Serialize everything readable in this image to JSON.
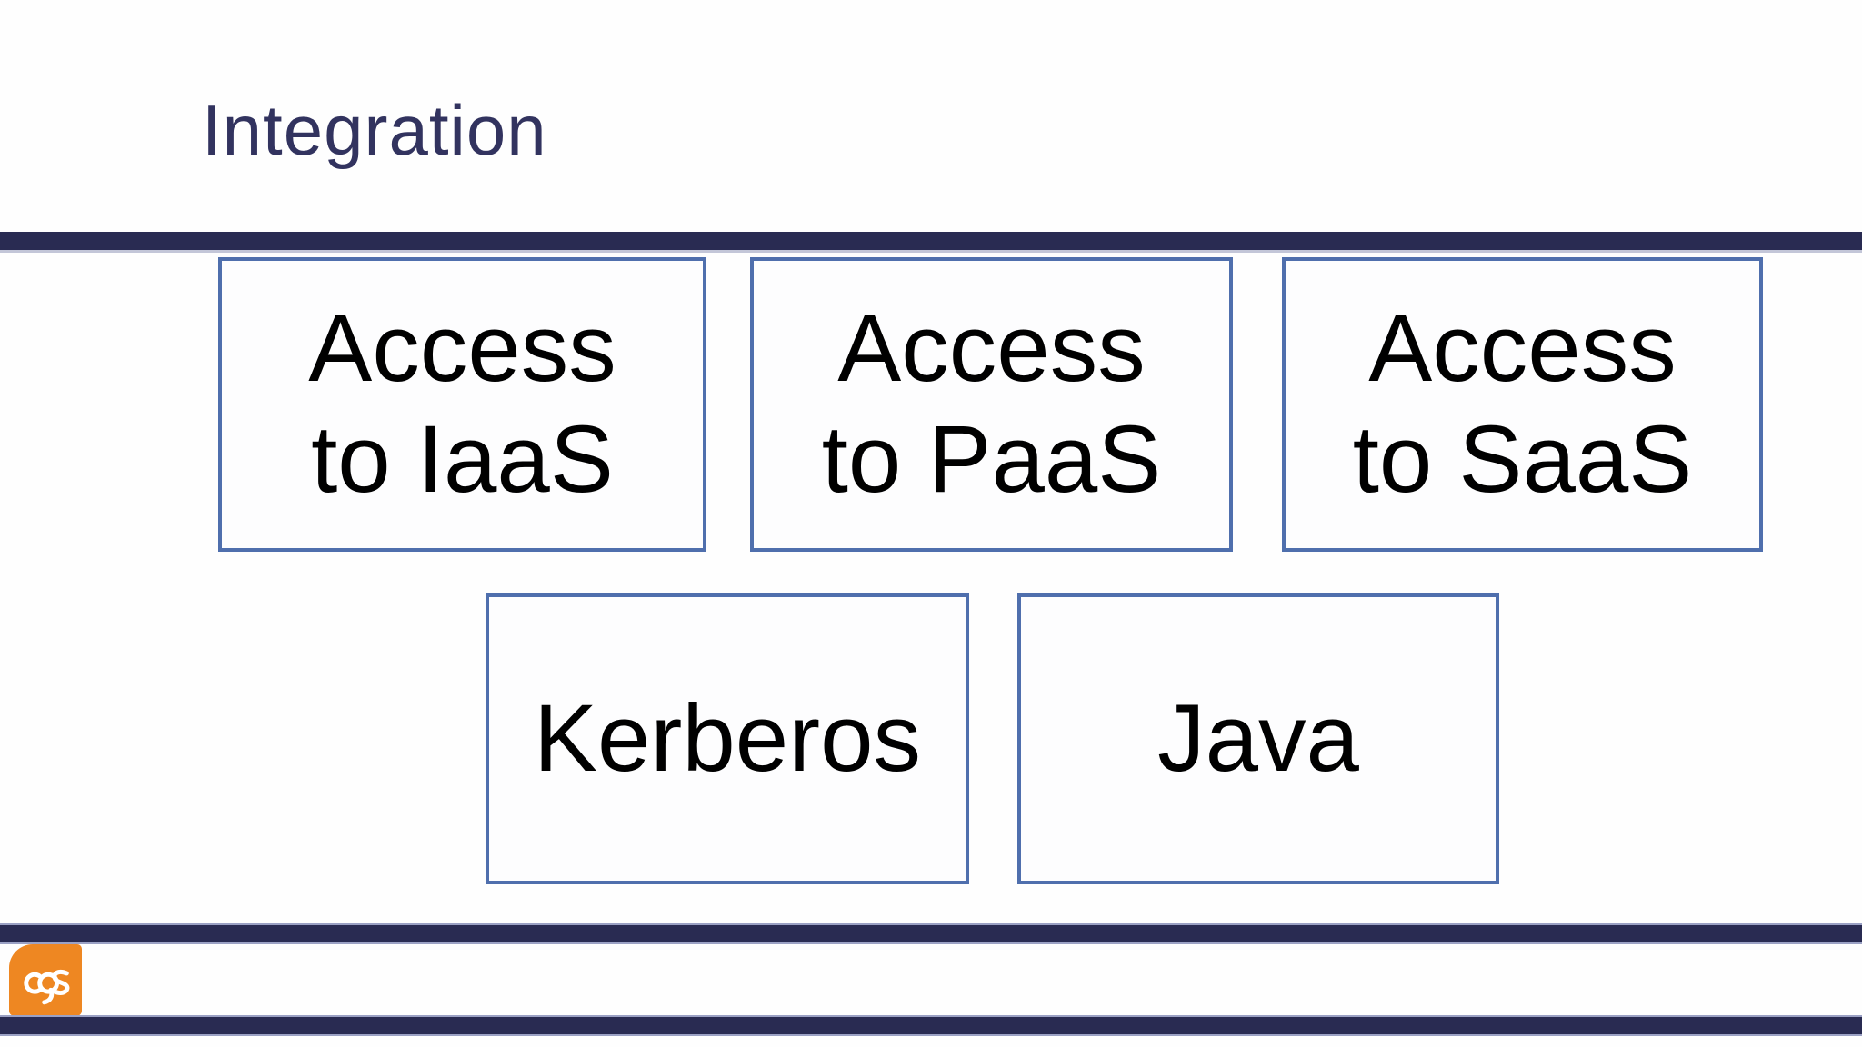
{
  "slide": {
    "title": "Integration",
    "boxes": {
      "row1": [
        {
          "label": "Access\nto IaaS"
        },
        {
          "label": "Access\nto PaaS"
        },
        {
          "label": "Access\nto SaaS"
        }
      ],
      "row2": [
        {
          "label": "Kerberos"
        },
        {
          "label": "Java"
        }
      ]
    },
    "logo": {
      "text": "cps"
    },
    "colors": {
      "navy_bar": "#292b52",
      "title_text": "#32335f",
      "box_border": "#4f6fad",
      "box_text": "#000000",
      "logo_orange": "#ee8722",
      "logo_glyph": "#ffffff",
      "background": "#fefefe"
    }
  }
}
